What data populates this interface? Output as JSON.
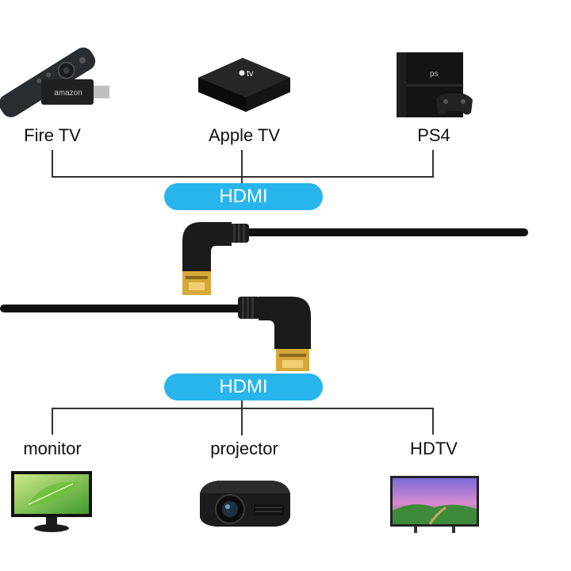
{
  "sources": [
    {
      "label": "Fire TV",
      "icon": "fire-tv-stick-icon"
    },
    {
      "label": "Apple TV",
      "icon": "apple-tv-box-icon"
    },
    {
      "label": "PS4",
      "icon": "ps4-console-icon"
    }
  ],
  "connector_top": {
    "label": "HDMI"
  },
  "connector_bottom": {
    "label": "HDMI"
  },
  "displays": [
    {
      "label": "monitor",
      "icon": "monitor-icon"
    },
    {
      "label": "projector",
      "icon": "projector-icon"
    },
    {
      "label": "HDTV",
      "icon": "hdtv-icon"
    }
  ],
  "colors": {
    "accent": "#27b5ec",
    "cable": "#111111",
    "plug_gold": "#d4a93a"
  },
  "logos": {
    "amazon_stick": "amazon",
    "apple_tv": "tv"
  }
}
